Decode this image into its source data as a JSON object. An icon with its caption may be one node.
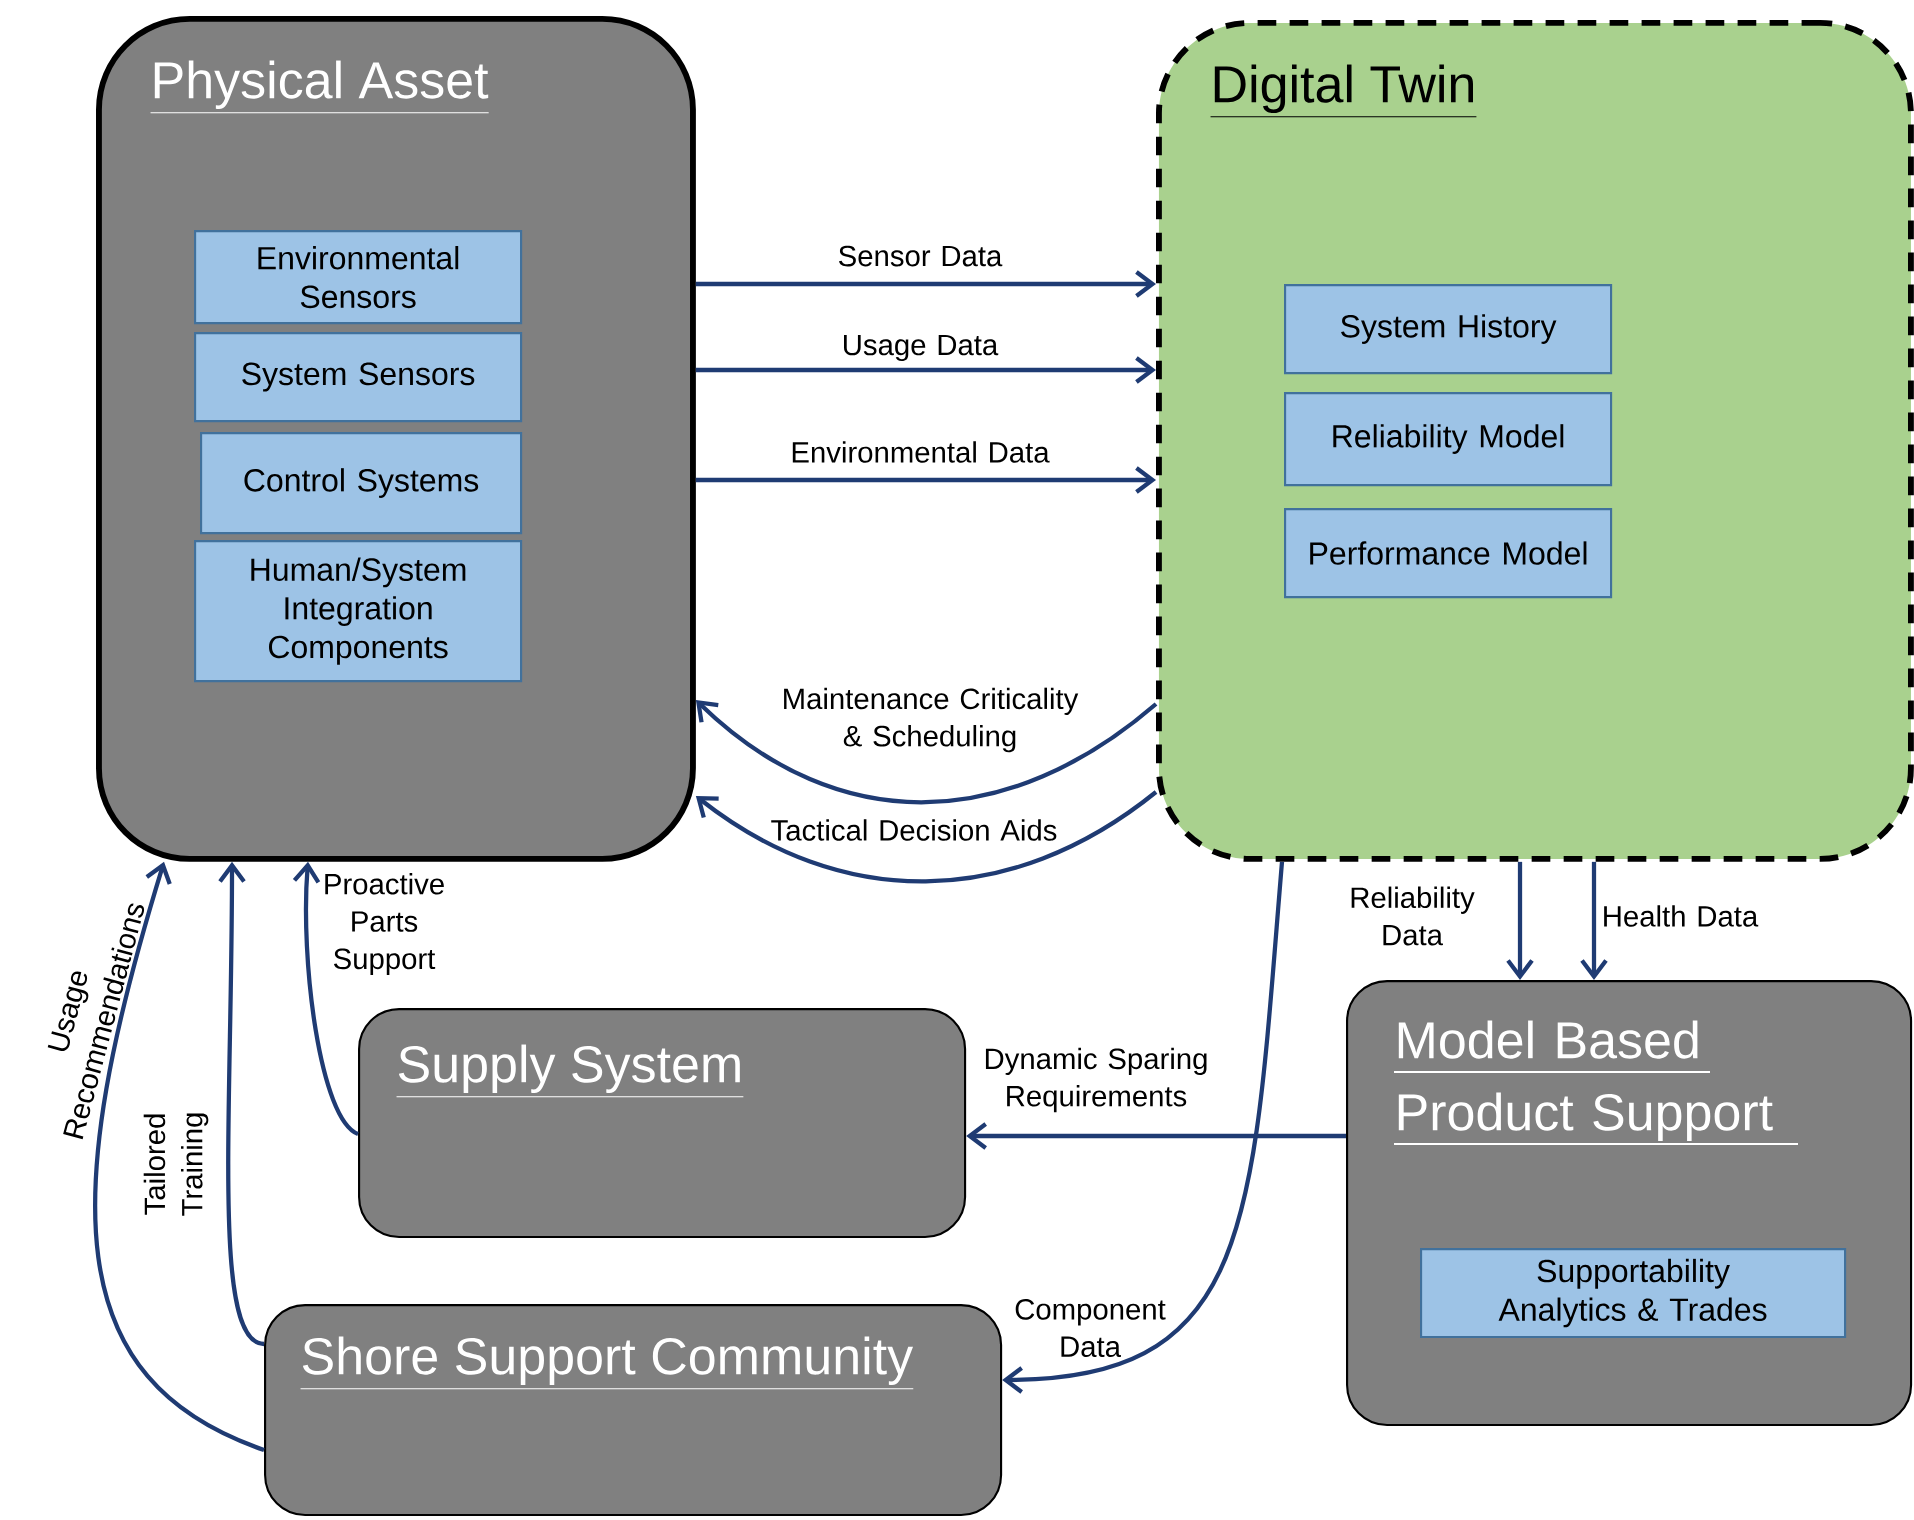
{
  "diagram": {
    "nodes": [
      {
        "text": [
          "Physical Asset"
        ]
      },
      {
        "text": [
          "Environmental Sensors"
        ],
        "in": 0
      },
      {
        "text": [
          "System Sensors"
        ],
        "in": 0
      },
      {
        "text": [
          "Control Systems"
        ],
        "in": 0
      },
      {
        "text": [
          "Human/System Integration Components"
        ],
        "in": 0
      },
      {
        "text": [
          "Digital Twin"
        ]
      },
      {
        "text": [
          "System History"
        ],
        "in": 5
      },
      {
        "text": [
          "Reliability Model"
        ],
        "in": 5
      },
      {
        "text": [
          "Performance Model"
        ],
        "in": 5
      },
      {
        "text": [
          "Supply System"
        ]
      },
      {
        "text": [
          "Model Based Product Support"
        ]
      },
      {
        "text": [
          "Supportability Analytics & Trades"
        ],
        "in": 10
      },
      {
        "text": [
          "Shore Support Community"
        ]
      }
    ],
    "edges": [
      {
        "from": 0,
        "to": 5,
        "arrow": "to",
        "label": "Sensor Data"
      },
      {
        "from": 0,
        "to": 5,
        "arrow": "to",
        "label": "Usage Data"
      },
      {
        "from": 0,
        "to": 5,
        "arrow": "to",
        "label": "Environmental Data"
      },
      {
        "from": 5,
        "to": 0,
        "arrow": "to",
        "label": "Maintenance Criticality & Scheduling"
      },
      {
        "from": 5,
        "to": 0,
        "arrow": "to",
        "label": "Tactical Decision Aids"
      },
      {
        "from": 5,
        "to": 10,
        "arrow": "to",
        "label": "Reliability Data"
      },
      {
        "from": 5,
        "to": 10,
        "arrow": "to",
        "label": "Health Data"
      },
      {
        "from": 10,
        "to": 9,
        "arrow": "to",
        "label": "Dynamic Sparing Requirements"
      },
      {
        "from": 5,
        "to": 12,
        "arrow": "to",
        "label": "Component Data"
      },
      {
        "from": 9,
        "to": 0,
        "arrow": "to",
        "label": "Proactive Parts Support"
      },
      {
        "from": 12,
        "to": 0,
        "arrow": "to",
        "label": "Tailored Training"
      },
      {
        "from": 12,
        "to": 0,
        "arrow": "to",
        "label": "Usage Recommendations"
      }
    ]
  }
}
